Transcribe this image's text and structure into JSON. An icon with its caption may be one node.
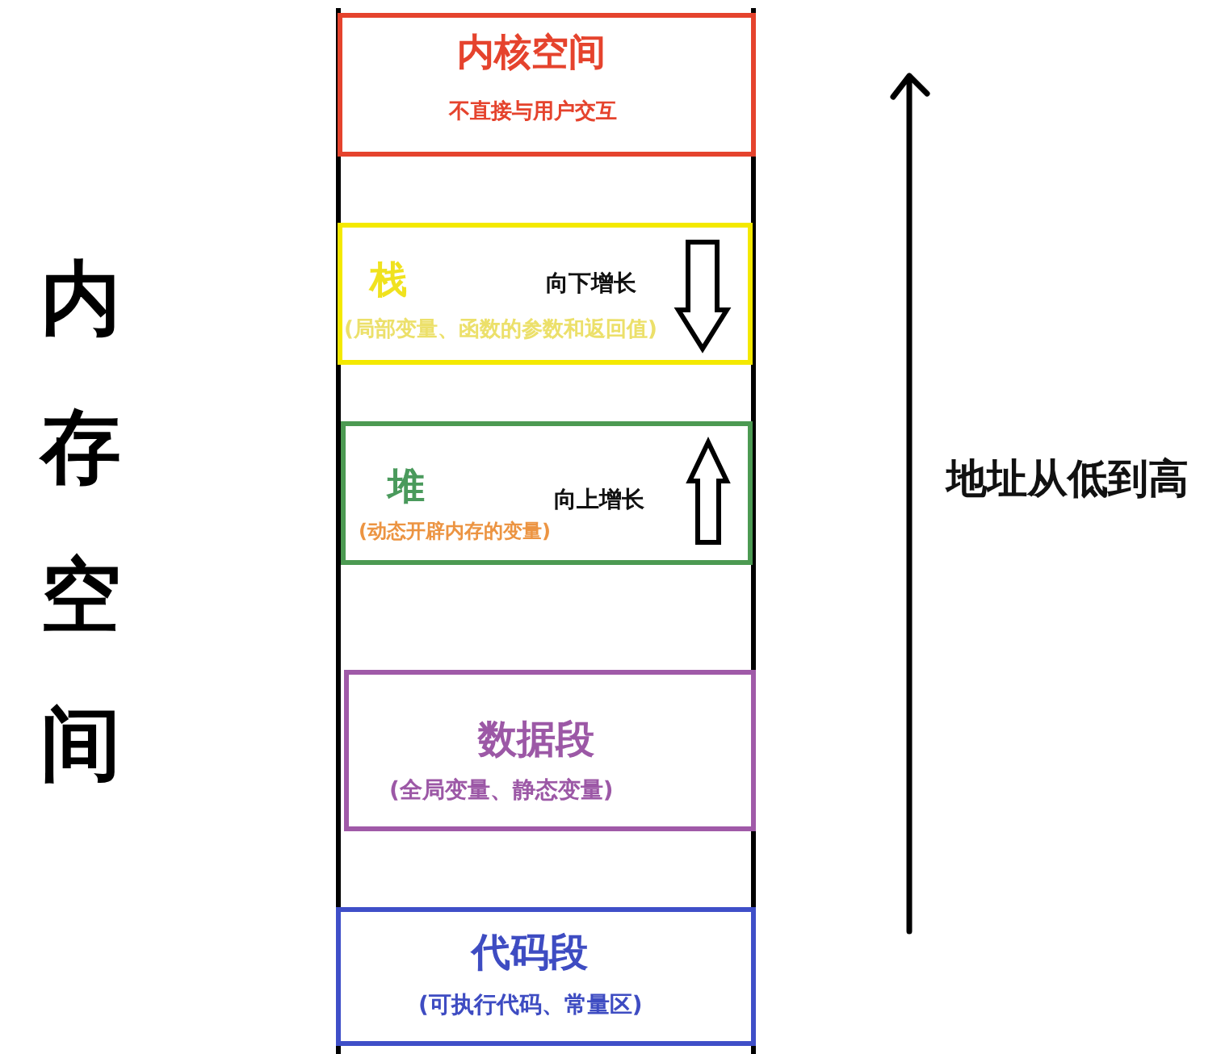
{
  "diagram": {
    "nodes": [
      {
        "text": [
          "内核空间",
          "不直接与用户交互"
        ]
      },
      {
        "text": [
          "栈",
          "向下增长",
          "(局部变量、函数的参数和返回值)"
        ]
      },
      {
        "text": [
          "堆",
          "向上增长",
          "(动态开辟内存的变量)"
        ]
      },
      {
        "text": [
          "数据段",
          "(全局变量、静态变量)"
        ]
      },
      {
        "text": [
          "代码段",
          "(可执行代码、常量区)"
        ]
      }
    ],
    "labels": [
      "内存空间",
      "地址从低到高"
    ]
  }
}
